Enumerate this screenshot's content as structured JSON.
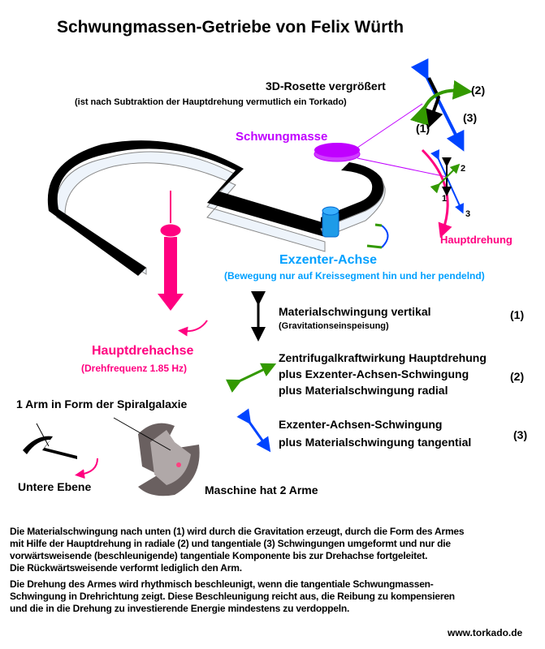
{
  "title": "Schwungmassen-Getriebe von Felix Würth",
  "rosette": {
    "title": "3D-Rosette vergrößert",
    "subtitle": "(ist nach Subtraktion der Hauptdrehung vermutlich ein Torkado)",
    "label1": "(1)",
    "label2": "(2)",
    "label3": "(3)"
  },
  "small_rosette": {
    "label1": "1",
    "label2": "2",
    "label3": "3",
    "hauptdrehung": "Hauptdrehung"
  },
  "schwungmasse": "Schwungmasse",
  "exzenter": {
    "title": "Exzenter-Achse",
    "subtitle": "(Bewegung nur auf Kreissegment hin und her pendelnd)"
  },
  "hauptdrehachse": {
    "title": "Hauptdrehachse",
    "subtitle": "(Drehfrequenz 1.85 Hz)"
  },
  "legend": [
    {
      "lines": [
        "Materialschwingung vertikal",
        "(Gravitationseinspeisung)"
      ],
      "num": "(1)",
      "color": "#000000"
    },
    {
      "lines": [
        "Zentrifugalkraftwirkung Hauptdrehung",
        "plus Exzenter-Achsen-Schwingung",
        "plus Materialschwingung  radial"
      ],
      "num": "(2)",
      "color": "#339900"
    },
    {
      "lines": [
        "Exzenter-Achsen-Schwingung",
        "plus Materialschwingung  tangential"
      ],
      "num": "(3)",
      "color": "#0044ff"
    }
  ],
  "arm_label": "1 Arm in Form der Spiralgalaxie",
  "lower_level": "Untere Ebene",
  "machine_label": "Maschine hat 2 Arme",
  "paragraphs": [
    [
      "Die Materialschwingung nach unten (1)  wird durch die Gravitation erzeugt, durch die Form des Armes",
      "mit Hilfe der Hauptdrehung  in radiale (2) und tangentiale (3) Schwingungen umgeformt und nur die",
      "vorwärtsweisende (beschleunigende) tangentiale Komponente bis zur Drehachse fortgeleitet.",
      "Die Rückwärtsweisende verformt lediglich den Arm."
    ],
    [
      "Die Drehung des Armes wird rhythmisch beschleunigt, wenn die tangentiale Schwungmassen-",
      "Schwingung in Drehrichtung zeigt. Diese Beschleunigung reicht aus, die Reibung zu kompensieren",
      "und die in die Drehung zu investierende Energie mindestens zu verdoppeln."
    ]
  ],
  "footer": "www.torkado.de",
  "colors": {
    "magenta": "#c000ff",
    "pink": "#ff0080",
    "blue": "#00a0ff",
    "green": "#339900"
  }
}
